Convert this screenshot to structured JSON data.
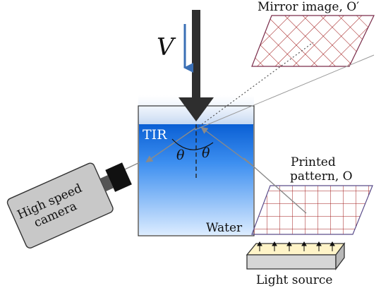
{
  "labels": {
    "velocity": "V",
    "tir": "TIR",
    "theta_left": "θ",
    "theta_right": "θ",
    "water": "Water",
    "mirror_image": "Mirror image, O′",
    "printed_pattern_line1": "Printed",
    "printed_pattern_line2": "pattern, O",
    "camera_line1": "High speed",
    "camera_line2": "camera",
    "light_source": "Light source"
  },
  "colors": {
    "water_top": "#0a63d6",
    "water_bottom": "#dcecff",
    "grid_lines": "#a01818",
    "velocity_arrow": "#3a6fb5",
    "impactor": "#2e2e2e",
    "rays": "#8a8a8a",
    "camera_body": "#c8c8c8",
    "light_box_top": "#fff6d6"
  },
  "icons": {
    "impactor": "down-arrow-icon",
    "camera": "camera-icon",
    "light": "light-source-icon"
  }
}
